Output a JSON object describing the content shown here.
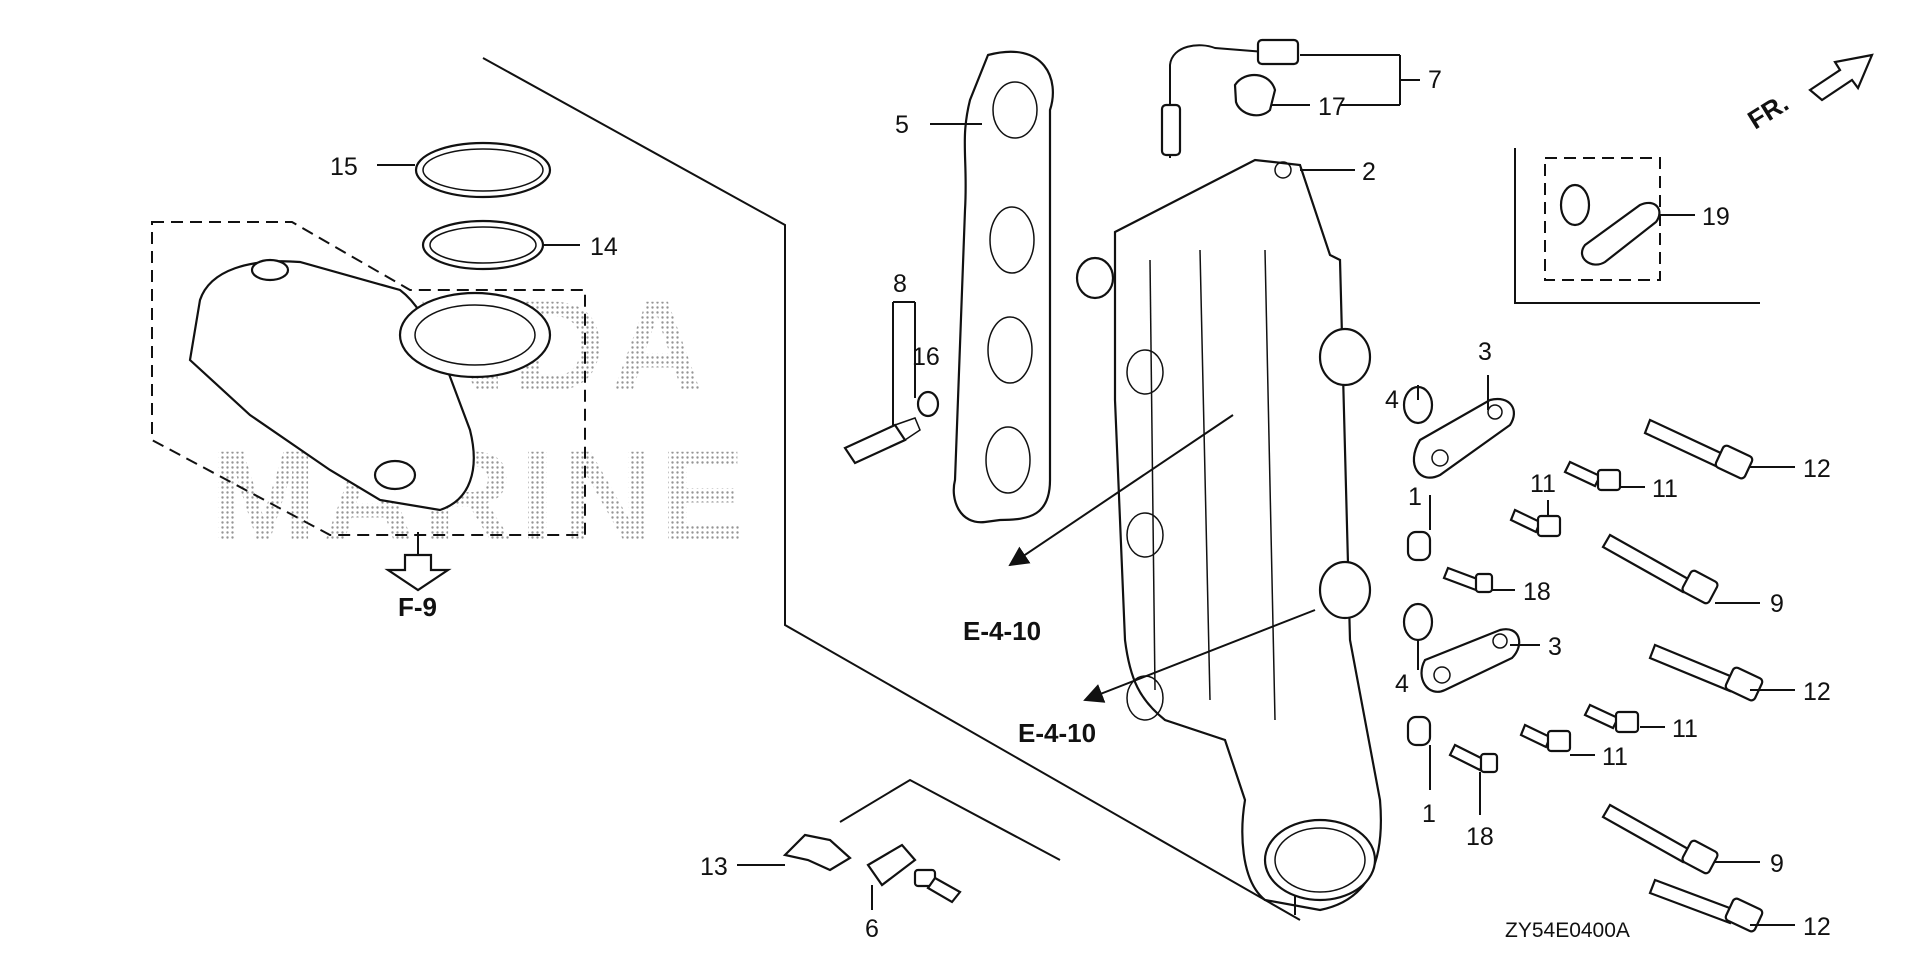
{
  "diagram": {
    "diagram_code": "ZY54E0400A",
    "direction_label": "FR.",
    "references": {
      "f9": "F-9",
      "e410_a": "E-4-10",
      "e410_b": "E-4-10"
    },
    "watermark": {
      "line1": "HONDA",
      "line2": "MARINE"
    },
    "callouts": {
      "c1a": "1",
      "c1b": "1",
      "c2": "2",
      "c3a": "3",
      "c3b": "3",
      "c4a": "4",
      "c4b": "4",
      "c5": "5",
      "c6": "6",
      "c7": "7",
      "c8": "8",
      "c9a": "9",
      "c9b": "9",
      "c11a": "11",
      "c11b": "11",
      "c11c": "11",
      "c11d": "11",
      "c12a": "12",
      "c12b": "12",
      "c12c": "12",
      "c13": "13",
      "c14": "14",
      "c15": "15",
      "c16": "16",
      "c17": "17",
      "c18a": "18",
      "c18b": "18",
      "c19": "19"
    }
  }
}
